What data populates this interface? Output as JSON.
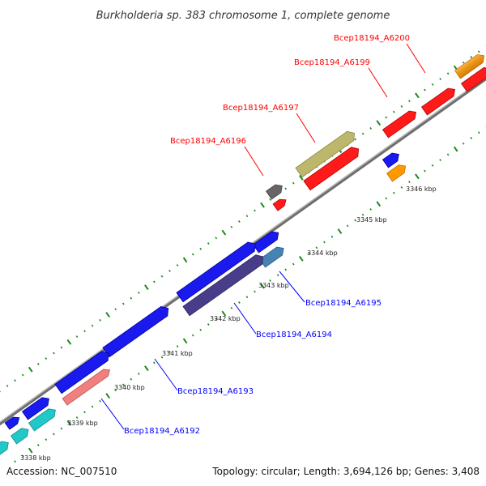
{
  "title": "Burkholderia sp. 383 chromosome 1, complete genome",
  "accession": "Accession: NC_007510",
  "summary": "Topology: circular; Length: 3,694,126 bp; Genes: 3,408",
  "colors": {
    "backbone": "#888888",
    "tick": "#1a8a1a",
    "label_top": "#ff0000",
    "label_bottom": "#0000ff"
  },
  "ticks": [
    "3338 kbp",
    "3339 kbp",
    "3340 kbp",
    "3341 kbp",
    "3342 kbp",
    "3343 kbp",
    "3344 kbp",
    "3345 kbp",
    "3346 kbp"
  ],
  "gene_labels": [
    {
      "text": "Bcep18194_A6200",
      "strand": "top"
    },
    {
      "text": "Bcep18194_A6199",
      "strand": "top"
    },
    {
      "text": "Bcep18194_A6197",
      "strand": "top"
    },
    {
      "text": "Bcep18194_A6196",
      "strand": "top"
    },
    {
      "text": "Bcep18194_A6195",
      "strand": "bottom"
    },
    {
      "text": "Bcep18194_A6194",
      "strand": "bottom"
    },
    {
      "text": "Bcep18194_A6193",
      "strand": "bottom"
    },
    {
      "text": "Bcep18194_A6192",
      "strand": "bottom"
    }
  ]
}
